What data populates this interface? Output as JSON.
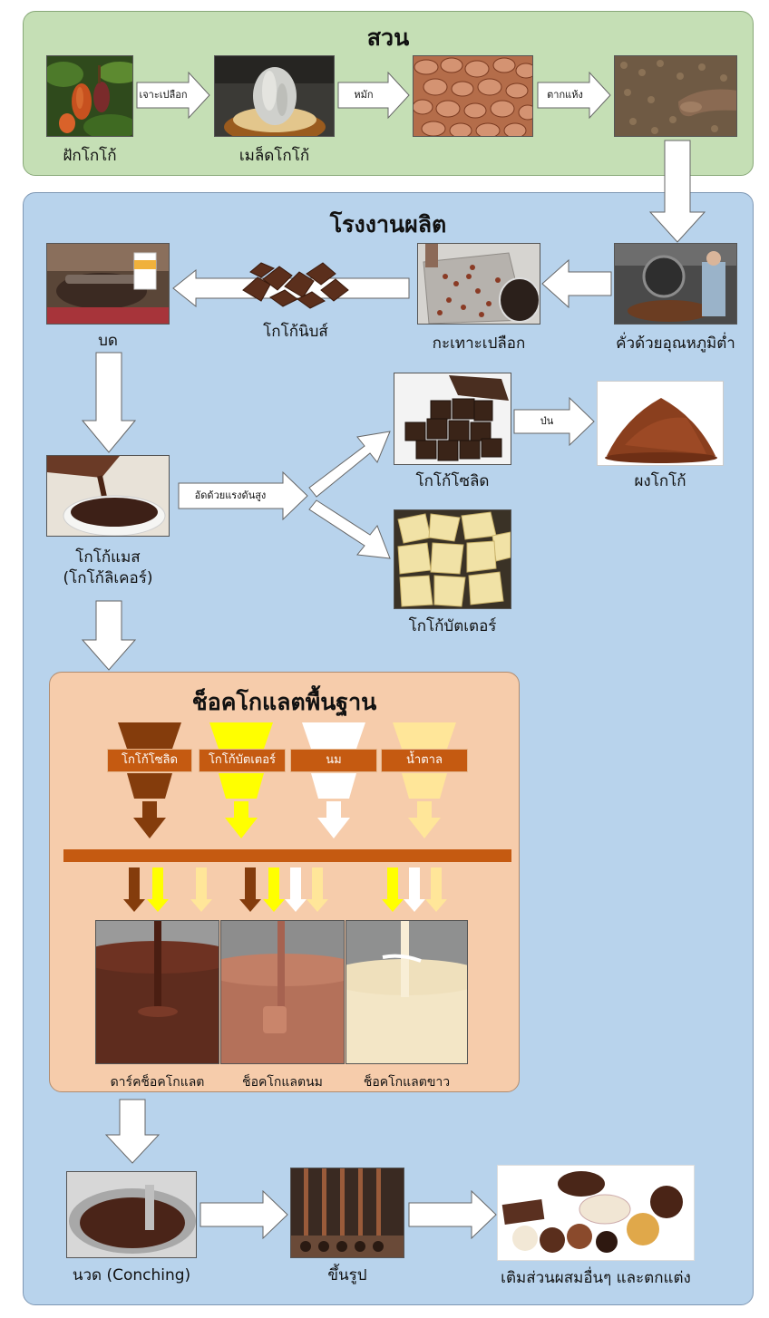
{
  "sections": {
    "garden_title": "สวน",
    "factory_title": "โรงงานผลิต",
    "basic_title": "ช็อคโกแลตพื้นฐาน"
  },
  "garden_steps": [
    {
      "label": "ฝักโกโก้"
    },
    {
      "label": "เมล็ดโกโก้"
    },
    {
      "label": ""
    },
    {
      "label": ""
    }
  ],
  "garden_arrows": [
    "เจาะเปลือก",
    "หมัก",
    "ตากแห้ง"
  ],
  "factory_steps": {
    "roast": "คั่วด้วยอุณหภูมิต่ำ",
    "winnow": "กะเทาะเปลือก",
    "nibs": "โกโก้นิบส์",
    "grind": "บด",
    "mass_line1": "โกโก้แมส",
    "mass_line2": "(โกโก้ลิเคอร์)",
    "solid": "โกโก้โซลิด",
    "butter": "โกโก้บัตเตอร์",
    "powder": "ผงโกโก้"
  },
  "factory_arrows": {
    "press": "อัดด้วยแรงดันสูง",
    "mill": "ป่น"
  },
  "ingredients": [
    {
      "label": "โกโก้โซลิด",
      "color": "#843c0c"
    },
    {
      "label": "โกโก้บัตเตอร์",
      "color": "#ffff00"
    },
    {
      "label": "นม",
      "color": "#ffffff"
    },
    {
      "label": "น้ำตาล",
      "color": "#ffe699"
    }
  ],
  "chocolates": [
    {
      "label": "ดาร์คช็อคโกแลต"
    },
    {
      "label": "ช็อคโกแลตนม"
    },
    {
      "label": "ช็อคโกแลตขาว"
    }
  ],
  "final_steps": {
    "conching": "นวด (Conching)",
    "molding": "ขึ้นรูป",
    "finishing": "เติมส่วนผสมอื่นๆ และตกแต่ง"
  },
  "colors": {
    "garden_bg": "#c5dfb5",
    "factory_bg": "#b8d3ec",
    "basic_bg": "#f6ccab",
    "accent_orange": "#c55a11"
  }
}
